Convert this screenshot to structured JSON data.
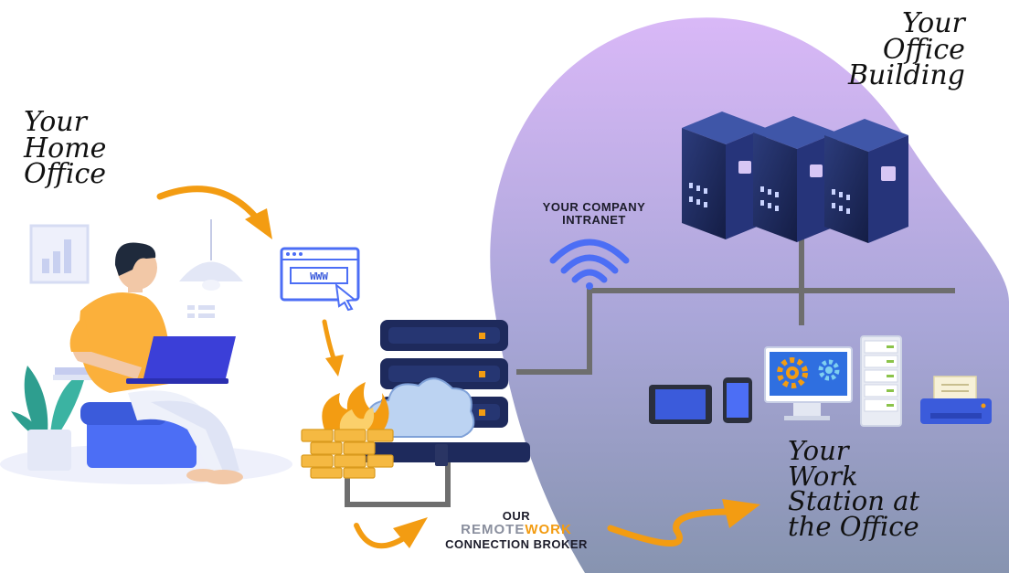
{
  "labels": {
    "home_office": "Your\nHome\nOffice",
    "office_building": "Your\nOffice\nBuilding",
    "work_station": "Your\nWork\nStation at\nthe Office",
    "intranet_line1": "YOUR COMPANY",
    "intranet_line2": "INTRANET",
    "broker_line1": "OUR",
    "broker_remote": "REMOTE",
    "broker_work": "WORK",
    "broker_line3": "CONNECTION BROKER",
    "browser_address": "WWW"
  },
  "colors": {
    "accent_orange": "#f39c12",
    "server_navy": "#1e2a5c",
    "blob_top": "#d9b8f7",
    "blob_bottom": "#8794b0",
    "network_line": "#6e6e6e",
    "device_blue": "#3b5bdb"
  },
  "icons": [
    "wifi-icon",
    "browser-icon",
    "firewall-icon",
    "cloud-icon",
    "gear-icon",
    "printer-icon",
    "tablet-icon",
    "phone-icon",
    "monitor-icon"
  ]
}
